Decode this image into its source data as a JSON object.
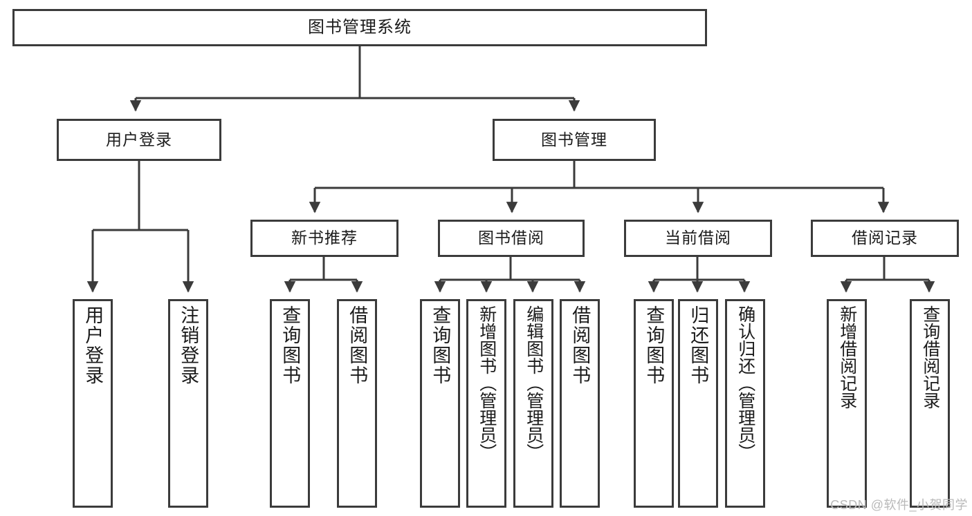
{
  "diagram": {
    "title": "图书管理系统",
    "type": "hierarchy-tree",
    "watermark": "CSDN @软件_小贺同学",
    "colors": {
      "background": "#ffffff",
      "box_fill": "#ffffff",
      "box_border": "#3b3b3b",
      "connector": "#3b3b3b",
      "text": "#1b1b1b",
      "watermark": "#b9b9b9"
    },
    "root": {
      "label": "图书管理系统"
    },
    "level2": [
      {
        "id": "user-login",
        "label": "用户登录"
      },
      {
        "id": "book-manage",
        "label": "图书管理"
      }
    ],
    "level3": [
      {
        "id": "new-book-recommend",
        "label": "新书推荐"
      },
      {
        "id": "book-borrow",
        "label": "图书借阅"
      },
      {
        "id": "current-borrow",
        "label": "当前借阅"
      },
      {
        "id": "borrow-record",
        "label": "借阅记录"
      }
    ],
    "leaves": {
      "user_login": [
        {
          "id": "leaf-user-login",
          "label": "用户登录"
        },
        {
          "id": "leaf-logout",
          "label": "注销登录"
        }
      ],
      "new_book_recommend": [
        {
          "id": "leaf-query-book-1",
          "label": "查询图书"
        },
        {
          "id": "leaf-borrow-book-1",
          "label": "借阅图书"
        }
      ],
      "book_borrow": [
        {
          "id": "leaf-query-book-2",
          "label": "查询图书"
        },
        {
          "id": "leaf-add-book",
          "label": "新增图书（管理员）"
        },
        {
          "id": "leaf-edit-book",
          "label": "编辑图书（管理员）"
        },
        {
          "id": "leaf-borrow-book-2",
          "label": "借阅图书"
        }
      ],
      "current_borrow": [
        {
          "id": "leaf-query-book-3",
          "label": "查询图书"
        },
        {
          "id": "leaf-return-book",
          "label": "归还图书"
        },
        {
          "id": "leaf-confirm-return",
          "label": "确认归还（管理员）"
        }
      ],
      "borrow_record": [
        {
          "id": "leaf-add-record",
          "label": "新增借阅记录"
        },
        {
          "id": "leaf-query-record",
          "label": "查询借阅记录"
        }
      ]
    }
  }
}
